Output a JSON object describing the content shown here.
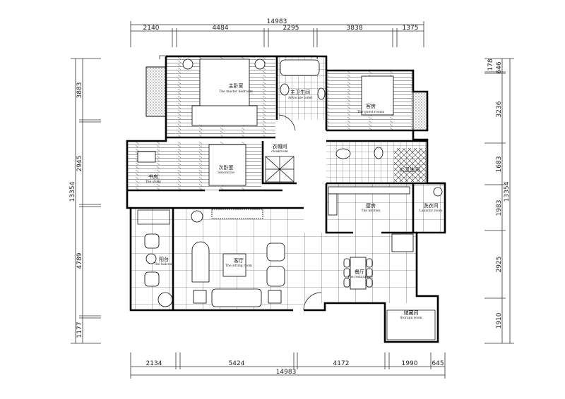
{
  "dimensions": {
    "top_total": "14983",
    "top": [
      "2140",
      "4484",
      "2295",
      "3838",
      "1375"
    ],
    "bottom_total": "14983",
    "bottom": [
      "2134",
      "5424",
      "4172",
      "1990",
      "645"
    ],
    "left_total": "13354",
    "left": [
      "3883",
      "2945",
      "4789",
      "1177"
    ],
    "right_total": "13354",
    "right": [
      "178",
      "646",
      "3236",
      "1683",
      "1983",
      "2925",
      "1910"
    ]
  },
  "rooms": {
    "master": {
      "cn": "主卧室",
      "en": "The master bedroom"
    },
    "toilet": {
      "cn": "主卫生间",
      "en": "Advocate toilet"
    },
    "guest": {
      "cn": "客房",
      "en": "The guest rooms"
    },
    "cloak": {
      "cn": "衣帽间",
      "en": "cloakroom"
    },
    "second": {
      "cn": "次卧室",
      "en": "Second lie"
    },
    "study": {
      "cn": "书房",
      "en": "The study"
    },
    "public_bath": {
      "cn": "公卫生间"
    },
    "kitchen": {
      "cn": "厨房",
      "en": "The kitchen"
    },
    "laundry": {
      "cn": "洗衣间",
      "en": "Laundry room"
    },
    "balcony": {
      "cn": "阳台",
      "en": "The balcony"
    },
    "sitting": {
      "cn": "客厅",
      "en": "The sitting room"
    },
    "restaurant": {
      "cn": "餐厅",
      "en": "The restaurant"
    },
    "storage": {
      "cn": "储藏间",
      "en": "Storage room"
    }
  }
}
